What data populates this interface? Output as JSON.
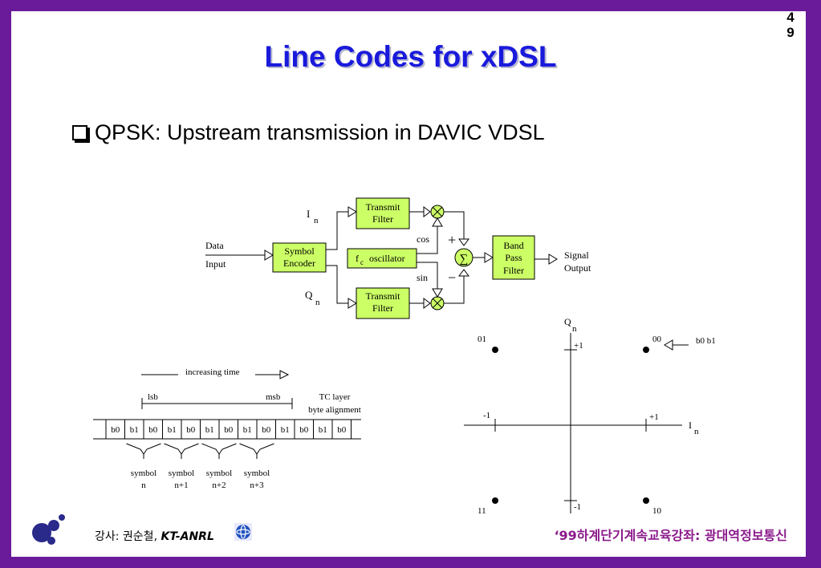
{
  "slide": {
    "page_number": "4 9",
    "title": "Line Codes for xDSL",
    "bullet": "QPSK: Upstream transmission in DAVIC VDSL"
  },
  "block_diagram": {
    "data_input": [
      "Data",
      "Input"
    ],
    "symbol_encoder": [
      "Symbol",
      "Encoder"
    ],
    "i_label": "I",
    "q_label": "Q",
    "n_sub": "n",
    "transmit_filter": [
      "Transmit",
      "Filter"
    ],
    "oscillator_f": "f",
    "oscillator_c": "c",
    "oscillator_text": "oscillator",
    "cos": "cos",
    "sin": "sin",
    "plus": "+",
    "minus": "−",
    "sum_symbol": "∑",
    "band_pass_filter": [
      "Band",
      "Pass",
      "Filter"
    ],
    "signal_output": [
      "Signal",
      "Output"
    ]
  },
  "bit_stream": {
    "increasing_time": "increasing time",
    "lsb": "lsb",
    "msb": "msb",
    "tc_layer": [
      "TC layer",
      "byte alignment"
    ],
    "bits": [
      "b0",
      "b1",
      "b0",
      "b1",
      "b0",
      "b1",
      "b0",
      "b1",
      "b0",
      "b1",
      "b0",
      "b1",
      "b0"
    ],
    "symbols": [
      [
        "symbol",
        "n"
      ],
      [
        "symbol",
        "n+1"
      ],
      [
        "symbol",
        "n+2"
      ],
      [
        "symbol",
        "n+3"
      ]
    ]
  },
  "constellation": {
    "q_axis": "Q",
    "i_axis": "I",
    "n_sub": "n",
    "plus_one": "+1",
    "minus_one": "-1",
    "points": [
      {
        "label": "01",
        "i": -1,
        "q": 1
      },
      {
        "label": "00",
        "i": 1,
        "q": 1
      },
      {
        "label": "11",
        "i": -1,
        "q": -1
      },
      {
        "label": "10",
        "i": 1,
        "q": -1
      }
    ],
    "bit_annotation": "b0 b1"
  },
  "footer": {
    "lecturer_prefix": "강사: 권순철, ",
    "org": "KT-ANRL",
    "course": "‘99하계단기계속교육강좌: 광대역정보통신"
  },
  "colors": {
    "frame": "#6a1b9a",
    "title": "#1a1adc",
    "block_fill": "#ccff66",
    "footer_text": "#8b1a8b"
  }
}
